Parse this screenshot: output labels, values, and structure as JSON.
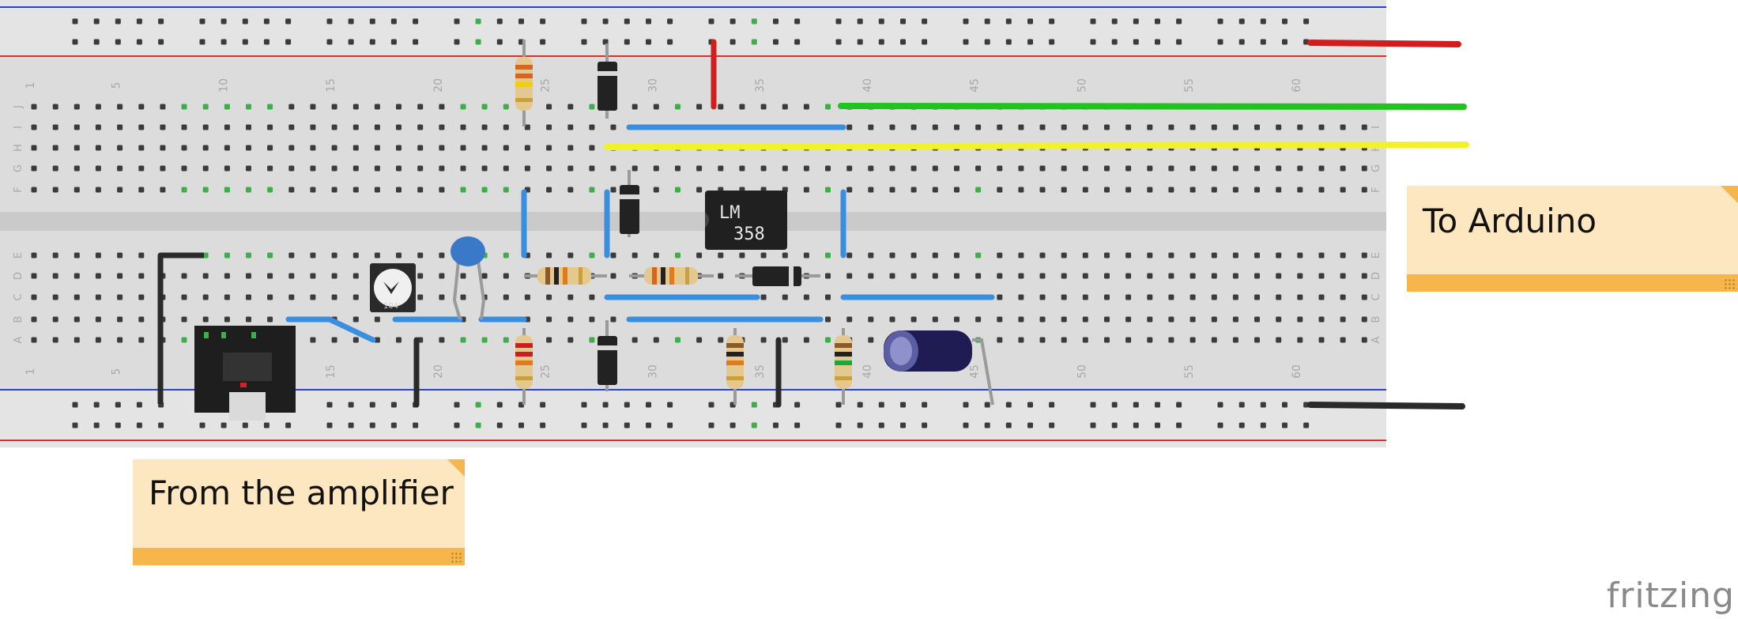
{
  "breadboard": {
    "column_numbers": [
      "1",
      "5",
      "10",
      "15",
      "20",
      "25",
      "30",
      "35",
      "40",
      "45",
      "50",
      "55",
      "60"
    ],
    "row_letters_top": [
      "J",
      "I",
      "H",
      "G",
      "F"
    ],
    "row_letters_bottom": [
      "E",
      "D",
      "C",
      "B",
      "A"
    ],
    "colors": {
      "board": "#dcdcdc",
      "rail_blue": "#2b3fd6",
      "rail_red": "#d83030",
      "hole": "#3b3b3b",
      "hole_connected": "#3fae4a"
    }
  },
  "ic": {
    "label_line1": "LM",
    "label_line2": "358",
    "icon": "lm358-chip-icon"
  },
  "potentiometer": {
    "label": "104",
    "icon": "trimmer-potentiometer-icon"
  },
  "wires": {
    "colors": {
      "red": "#d01e1e",
      "green": "#1fc41f",
      "yellow": "#f2f22a",
      "black": "#2a2a2a",
      "blue": "#3a8ee0"
    }
  },
  "notes": {
    "arduino": "To Arduino",
    "amplifier": "From the amplifier",
    "color": "#fde7c0",
    "accent": "#f6b64c"
  },
  "logo": "fritzing",
  "icons": [
    "resistor-icon",
    "diode-icon",
    "ceramic-capacitor-icon",
    "electrolytic-capacitor-icon",
    "audio-jack-icon",
    "jumper-wire-icon"
  ]
}
